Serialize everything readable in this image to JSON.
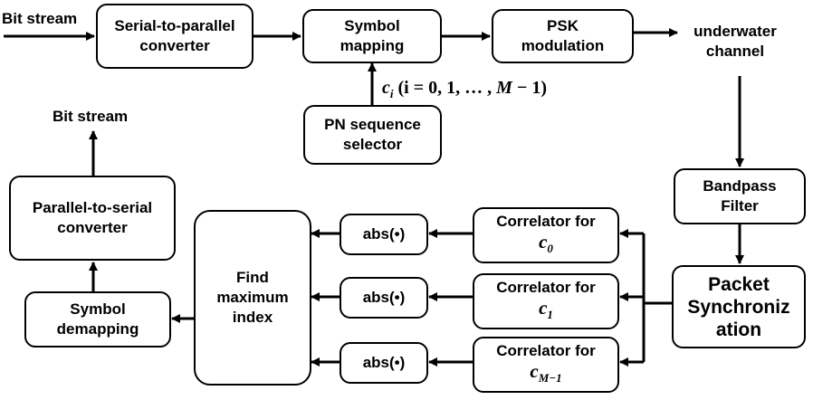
{
  "nodes": {
    "sp_converter": {
      "lines": [
        "Serial-to-parallel",
        "converter"
      ]
    },
    "symbol_mapping": {
      "lines": [
        "Symbol",
        "mapping"
      ]
    },
    "psk_modulation": {
      "lines": [
        "PSK",
        "modulation"
      ]
    },
    "pn_selector": {
      "lines": [
        "PN sequence",
        "selector"
      ]
    },
    "bandpass_filter": {
      "lines": [
        "Bandpass",
        "Filter"
      ]
    },
    "packet_sync": {
      "lines": [
        "Packet",
        "Synchroniz",
        "ation"
      ]
    },
    "correlator_0": {
      "line": "Correlator for",
      "symbol": "c",
      "subscript": "0"
    },
    "correlator_1": {
      "line": "Correlator for",
      "symbol": "c",
      "subscript": "1"
    },
    "correlator_m1": {
      "line": "Correlator for",
      "symbol": "c",
      "subscript": "M−1"
    },
    "abs_0": {
      "label": "abs(•)"
    },
    "abs_1": {
      "label": "abs(•)"
    },
    "abs_2": {
      "label": "abs(•)"
    },
    "find_max": {
      "lines": [
        "Find",
        "maximum",
        "index"
      ]
    },
    "symbol_demapping": {
      "lines": [
        "Symbol",
        "demapping"
      ]
    },
    "ps_converter": {
      "lines": [
        "Parallel-to-serial",
        "converter"
      ]
    }
  },
  "labels": {
    "bit_stream_in": "Bit stream",
    "bit_stream_out": "Bit stream",
    "underwater_channel": [
      "underwater",
      "channel"
    ],
    "ci_symbol": "c",
    "ci_sub": "i",
    "ci_range": " (i = 0, 1, … , ",
    "ci_m": "M",
    "ci_end": " − 1)"
  }
}
